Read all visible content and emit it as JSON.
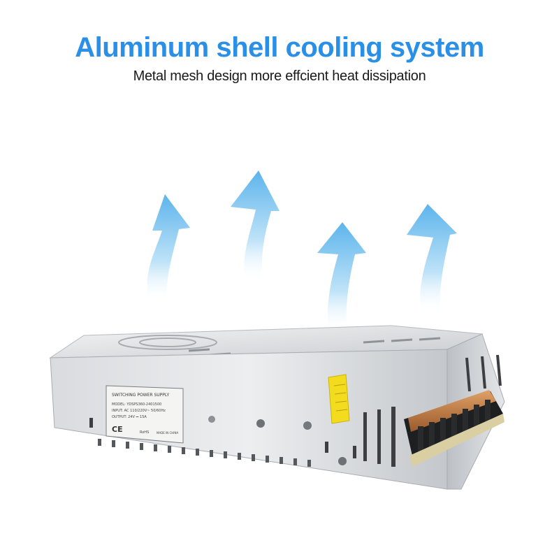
{
  "headline": {
    "text": "Aluminum shell cooling system"
  },
  "subline": {
    "text": "Metal mesh design more effcient heat dissipation"
  },
  "colors": {
    "headline": "#2a8fe6",
    "subline": "#1a1a1a",
    "arrow_light": "#d8eefb",
    "arrow_dark": "#63b8ee",
    "case_light": "#e6e7e9",
    "case_dark": "#a9acb1",
    "terminal": "#c9874c",
    "warning_label": "#f2dc1d"
  },
  "product": {
    "name": "switching-power-supply",
    "label": {
      "title": "SWITCHING POWER SUPPLY",
      "model": "MODEL: YDSPS360-2401500",
      "input": "INPUT: AC 110/220V~ 50/60Hz",
      "output": "OUTPUT: 24V ⎓ 15A",
      "ce_mark": "CE",
      "rohs": "RoHS",
      "made_in": "MADE IN CHINA"
    }
  },
  "heat_arrows": {
    "count": 4,
    "icon": "upward-airflow-arrow-icon"
  }
}
